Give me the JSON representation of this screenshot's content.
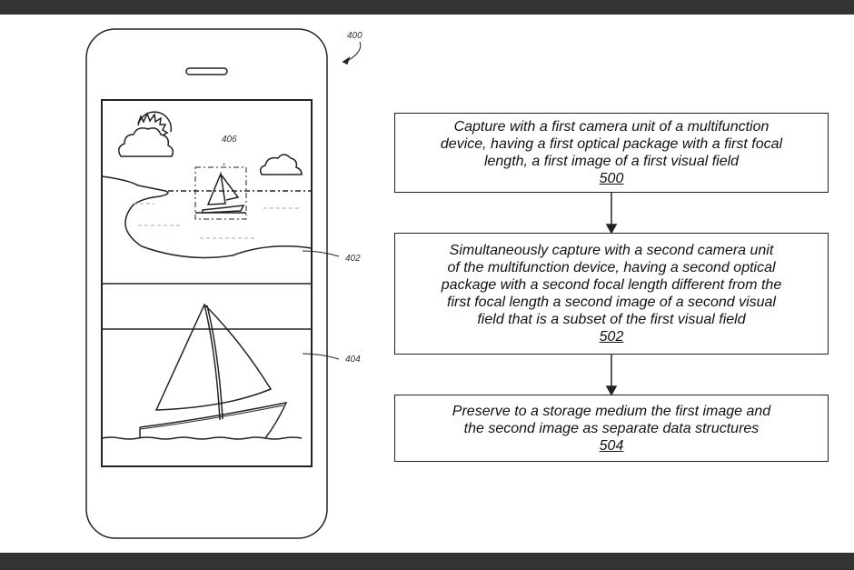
{
  "figure_ref": "400",
  "refs": {
    "screen_top": "402",
    "screen_bottom": "404",
    "zoom_region": "406"
  },
  "steps": [
    {
      "lines": [
        "Capture with a first camera unit of a multifunction",
        "device, having a first optical package with a first focal",
        "length, a first image of a first visual field"
      ],
      "number": "500"
    },
    {
      "lines": [
        "Simultaneously capture with a second camera unit",
        "of the multifunction device, having a second optical",
        "package with a second focal length different from the",
        "first focal length a second image of a second visual",
        "field that is a subset of the first visual field"
      ],
      "number": "502"
    },
    {
      "lines": [
        "Preserve to a storage medium the first image and",
        "the second image as separate data structures"
      ],
      "number": "504"
    }
  ]
}
